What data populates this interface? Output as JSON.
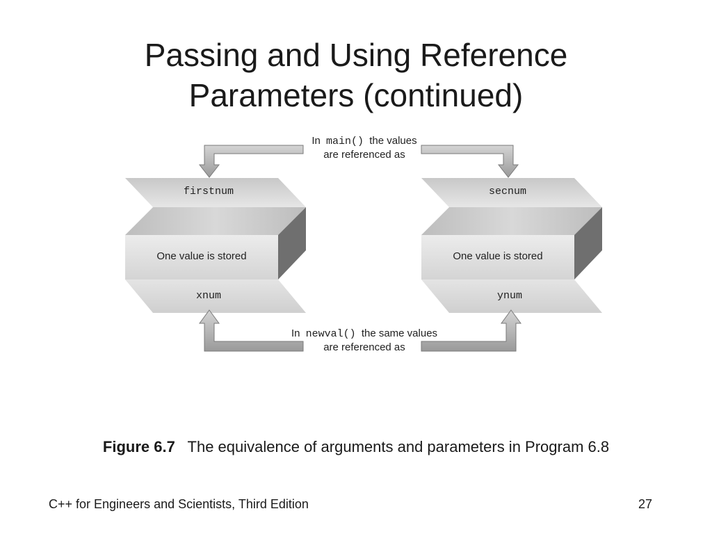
{
  "slide": {
    "title_line1": "Passing and Using Reference",
    "title_line2": "Parameters (continued)",
    "footer_left": "C++ for Engineers and Scientists, Third Edition",
    "page_number": "27"
  },
  "diagram": {
    "top_note": {
      "prefix": "In",
      "code": "main()",
      "suffix": "the values",
      "line2": "are referenced as"
    },
    "bottom_note": {
      "prefix": "In",
      "code": "newval()",
      "suffix": "the same values",
      "line2": "are referenced as"
    },
    "left_box": {
      "top_label": "firstnum",
      "middle_label": "One value is stored",
      "bottom_label": "xnum"
    },
    "right_box": {
      "top_label": "secnum",
      "middle_label": "One value is stored",
      "bottom_label": "ynum"
    }
  },
  "caption": {
    "label": "Figure 6.7",
    "text": "The equivalence of arguments and parameters in Program 6.8"
  }
}
